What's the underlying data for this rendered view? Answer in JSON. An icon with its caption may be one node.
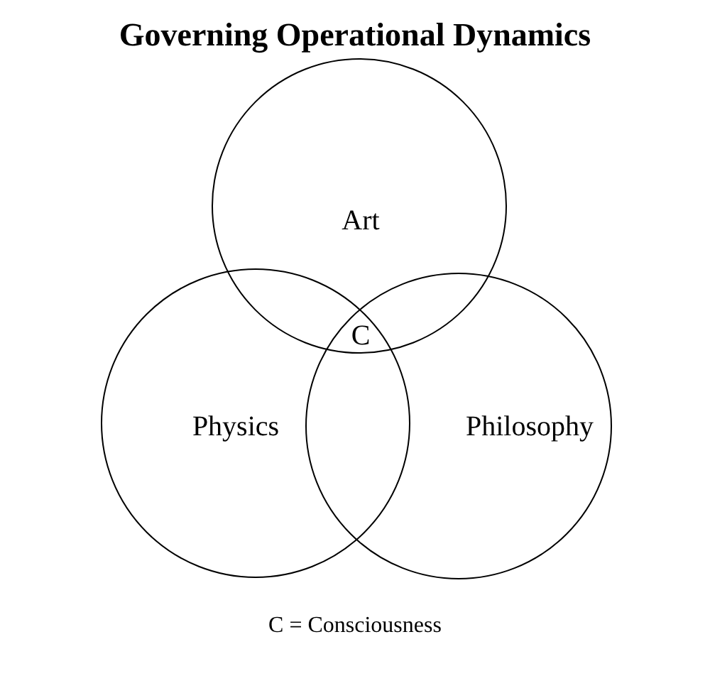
{
  "diagram": {
    "title": "Governing Operational Dynamics",
    "nodes": [
      {
        "text": [
          "Art"
        ]
      },
      {
        "text": [
          "Physics"
        ]
      },
      {
        "text": [
          "Philosophy"
        ]
      }
    ],
    "labels": [
      "C"
    ],
    "caption": "C = Consciousness"
  }
}
